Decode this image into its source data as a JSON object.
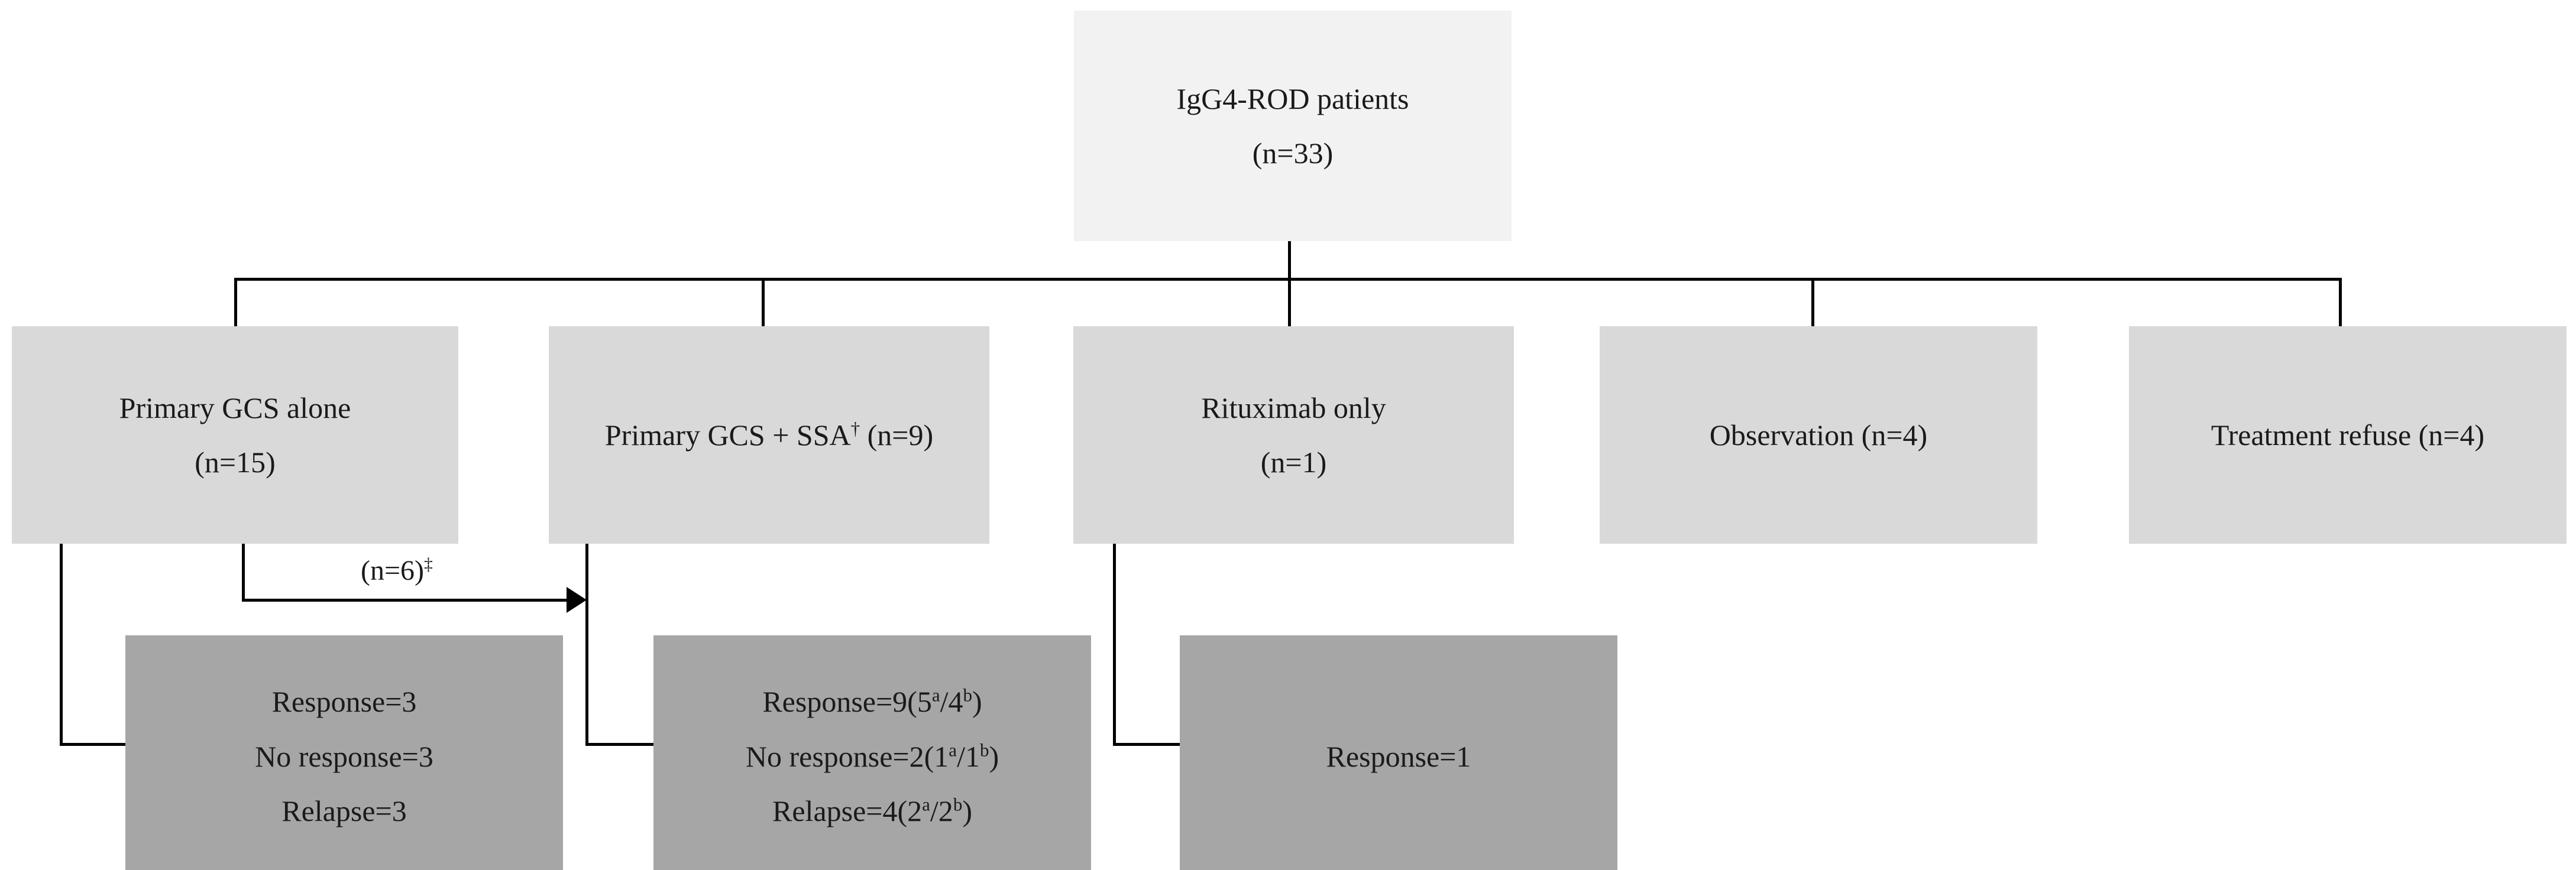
{
  "figure": {
    "type": "flowchart",
    "title": "IgG4-ROD patient treatment and outcome flowchart",
    "colors": {
      "root_box": "#f2f2f2",
      "branch_box": "#d9d9d9",
      "outcome_box": "#a6a6a6",
      "connector": "#000000",
      "text": "#1a1a1a",
      "background": "#ffffff"
    }
  },
  "root": {
    "label": "IgG4-ROD patients",
    "count": "(n=33)",
    "n": 33
  },
  "branches": [
    {
      "id": "primary-gcs-alone",
      "label": "Primary GCS alone",
      "count": "(n=15)",
      "n": 15,
      "single_line": false
    },
    {
      "id": "primary-gcs-plus-ssa",
      "label": "Primary GCS + SSA",
      "dagger": "†",
      "count": "(n=9)",
      "n": 9,
      "single_line": true,
      "full_text": "Primary GCS + SSA† (n=9)"
    },
    {
      "id": "rituximab-only",
      "label": "Rituximab only",
      "count": "(n=1)",
      "n": 1,
      "single_line": false
    },
    {
      "id": "observation",
      "label": "Observation",
      "count": "(n=4)",
      "n": 4,
      "single_line": true,
      "full_text": "Observation (n=4)"
    },
    {
      "id": "treatment-refuse",
      "label": "Treatment refuse",
      "count": "(n=4)",
      "n": 4,
      "single_line": true,
      "full_text": "Treatment refuse (n=4)"
    }
  ],
  "crossover_edge": {
    "label": "(n=6)",
    "marker": "‡",
    "n": 6,
    "from": "primary-gcs-alone",
    "to": "primary-gcs-plus-ssa-outcomes"
  },
  "outcomes": [
    {
      "id": "outcome-primary-gcs-alone",
      "parent": "primary-gcs-alone",
      "rows": [
        {
          "label": "Response=3",
          "metric": "Response",
          "value": 3
        },
        {
          "label": "No response=3",
          "metric": "No response",
          "value": 3
        },
        {
          "label": "Relapse=3",
          "metric": "Relapse",
          "value": 3
        }
      ]
    },
    {
      "id": "outcome-primary-gcs-plus-ssa",
      "parent": "primary-gcs-plus-ssa",
      "rows": [
        {
          "label": "Response=9(5ᵃ/4ᵇ)",
          "metric": "Response",
          "value": 9,
          "prefix": "Response=9(5",
          "sup_a": "a",
          "mid": "/4",
          "sup_b": "b",
          "suffix": ")",
          "subgroup_a": 5,
          "subgroup_b": 4
        },
        {
          "label": "No response=2(1ᵃ/1ᵇ)",
          "metric": "No response",
          "value": 2,
          "prefix": "No response=2(1",
          "sup_a": "a",
          "mid": "/1",
          "sup_b": "b",
          "suffix": ")",
          "subgroup_a": 1,
          "subgroup_b": 1
        },
        {
          "label": "Relapse=4(2ᵃ/2ᵇ)",
          "metric": "Relapse",
          "value": 4,
          "prefix": "Relapse=4(2",
          "sup_a": "a",
          "mid": "/2",
          "sup_b": "b",
          "suffix": ")",
          "subgroup_a": 2,
          "subgroup_b": 2
        }
      ]
    },
    {
      "id": "outcome-rituximab-only",
      "parent": "rituximab-only",
      "rows": [
        {
          "label": "Response=1",
          "metric": "Response",
          "value": 1
        }
      ]
    }
  ]
}
